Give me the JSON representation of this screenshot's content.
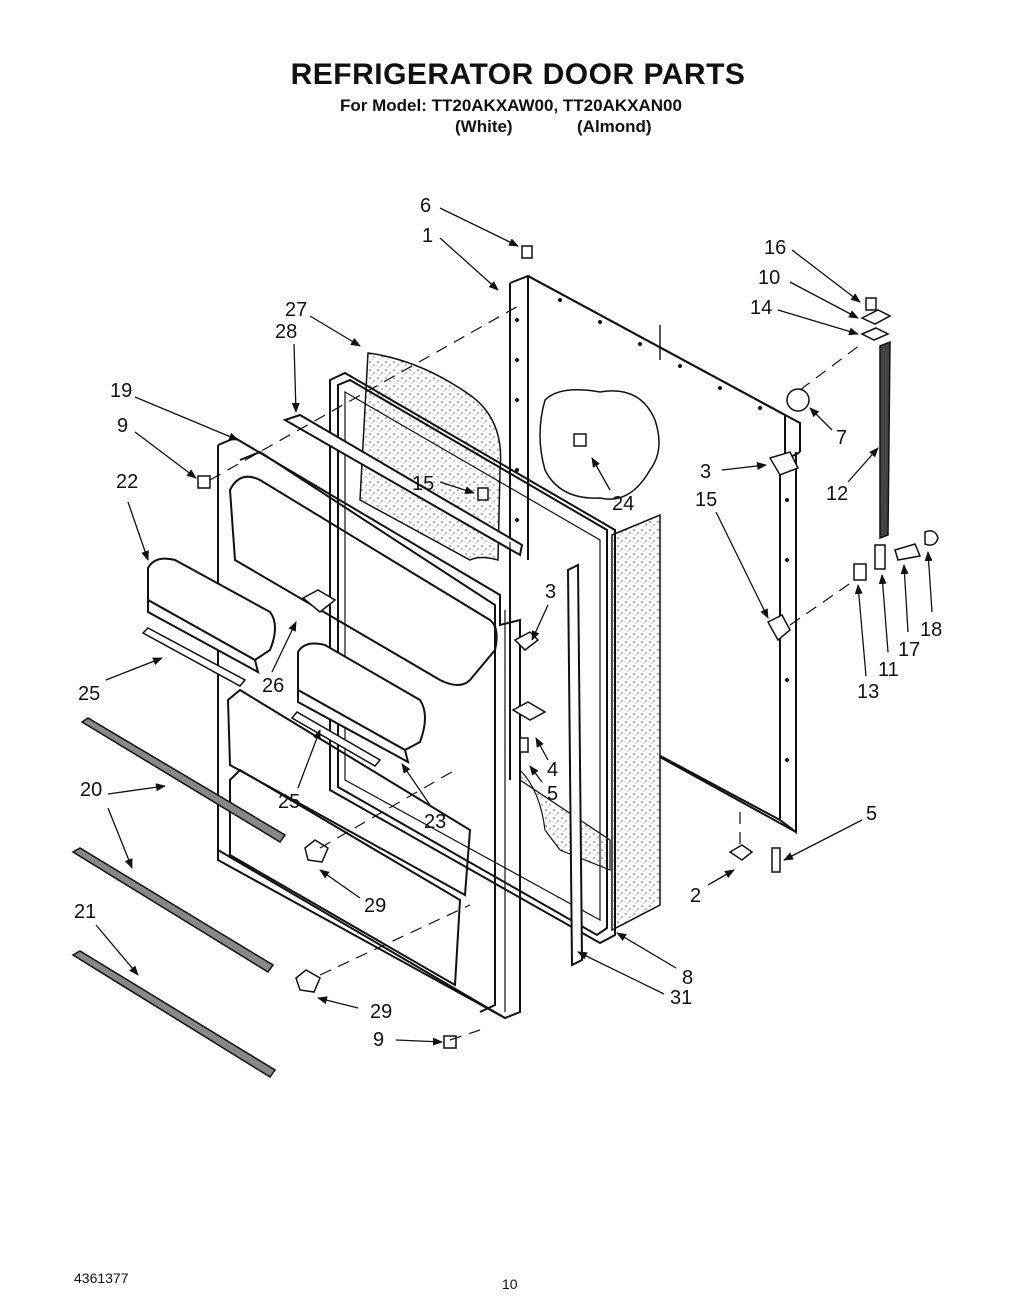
{
  "header": {
    "title": "REFRIGERATOR DOOR PARTS",
    "subtitle": "For Model: TT20AKXAW00, TT20AKXAN00",
    "variants": [
      "(White)",
      "(Almond)"
    ]
  },
  "callouts": [
    {
      "id": "c6",
      "text": "6"
    },
    {
      "id": "c1",
      "text": "1"
    },
    {
      "id": "c27",
      "text": "27"
    },
    {
      "id": "c28",
      "text": "28"
    },
    {
      "id": "c19",
      "text": "19"
    },
    {
      "id": "c9a",
      "text": "9"
    },
    {
      "id": "c22",
      "text": "22"
    },
    {
      "id": "c15a",
      "text": "15"
    },
    {
      "id": "c24",
      "text": "24"
    },
    {
      "id": "c16",
      "text": "16"
    },
    {
      "id": "c10",
      "text": "10"
    },
    {
      "id": "c14",
      "text": "14"
    },
    {
      "id": "c7",
      "text": "7"
    },
    {
      "id": "c3a",
      "text": "3"
    },
    {
      "id": "c15b",
      "text": "15"
    },
    {
      "id": "c12",
      "text": "12"
    },
    {
      "id": "c3b",
      "text": "3"
    },
    {
      "id": "c26",
      "text": "26"
    },
    {
      "id": "c25a",
      "text": "25"
    },
    {
      "id": "c4",
      "text": "4"
    },
    {
      "id": "c5a",
      "text": "5"
    },
    {
      "id": "c25b",
      "text": "25"
    },
    {
      "id": "c23",
      "text": "23"
    },
    {
      "id": "c20",
      "text": "20"
    },
    {
      "id": "c18",
      "text": "18"
    },
    {
      "id": "c17",
      "text": "17"
    },
    {
      "id": "c11",
      "text": "11"
    },
    {
      "id": "c13",
      "text": "13"
    },
    {
      "id": "c5b",
      "text": "5"
    },
    {
      "id": "c2",
      "text": "2"
    },
    {
      "id": "c29a",
      "text": "29"
    },
    {
      "id": "c21",
      "text": "21"
    },
    {
      "id": "c29b",
      "text": "29"
    },
    {
      "id": "c8",
      "text": "8"
    },
    {
      "id": "c31",
      "text": "31"
    },
    {
      "id": "c9b",
      "text": "9"
    }
  ],
  "footer": {
    "part_code": "4361377",
    "page_number": "10"
  }
}
